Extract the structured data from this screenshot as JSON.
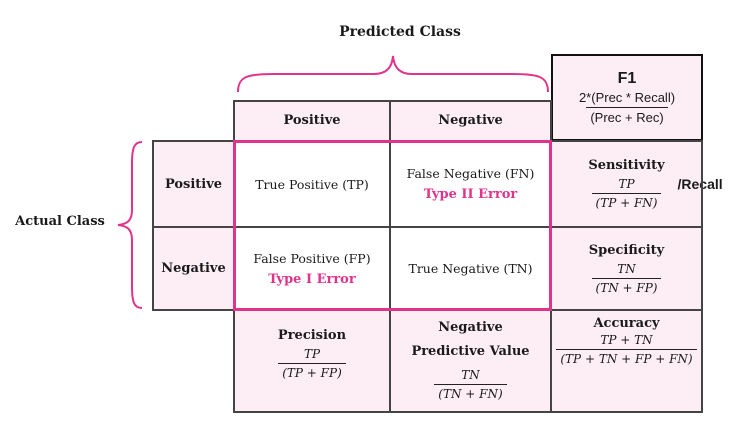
{
  "predicted_class_label": "Predicted Class",
  "actual_class_label": "Actual Class",
  "colors": {
    "accent_pink": "#e0338a",
    "cell_pink": "#fdeef6",
    "grid": "#444444"
  },
  "columns": {
    "positive": "Positive",
    "negative": "Negative"
  },
  "rows": {
    "positive": "Positive",
    "negative": "Negative"
  },
  "cells": {
    "tp": {
      "label": "True Positive (TP)"
    },
    "fn": {
      "label": "False Negative (FN)",
      "error": "Type II Error"
    },
    "fp": {
      "label": "False Positive (FP)",
      "error": "Type I Error"
    },
    "tn": {
      "label": "True Negative (TN)"
    }
  },
  "metrics": {
    "f1": {
      "title": "F1",
      "numerator": "2*(Prec * Recall)",
      "denominator": "(Prec + Rec)"
    },
    "sensitivity": {
      "title": "Sensitivity",
      "numerator": "TP",
      "denominator": "(TP + FN)",
      "alias": "/Recall"
    },
    "specificity": {
      "title": "Specificity",
      "numerator": "TN",
      "denominator": "(TN + FP)"
    },
    "precision": {
      "title": "Precision",
      "numerator": "TP",
      "denominator": "(TP + FP)"
    },
    "npv": {
      "title": "Negative Predictive Value",
      "numerator": "TN",
      "denominator": "(TN + FN)"
    },
    "accuracy": {
      "title": "Accuracy",
      "numerator": "TP + TN",
      "denominator": "(TP + TN + FP + FN)"
    }
  }
}
